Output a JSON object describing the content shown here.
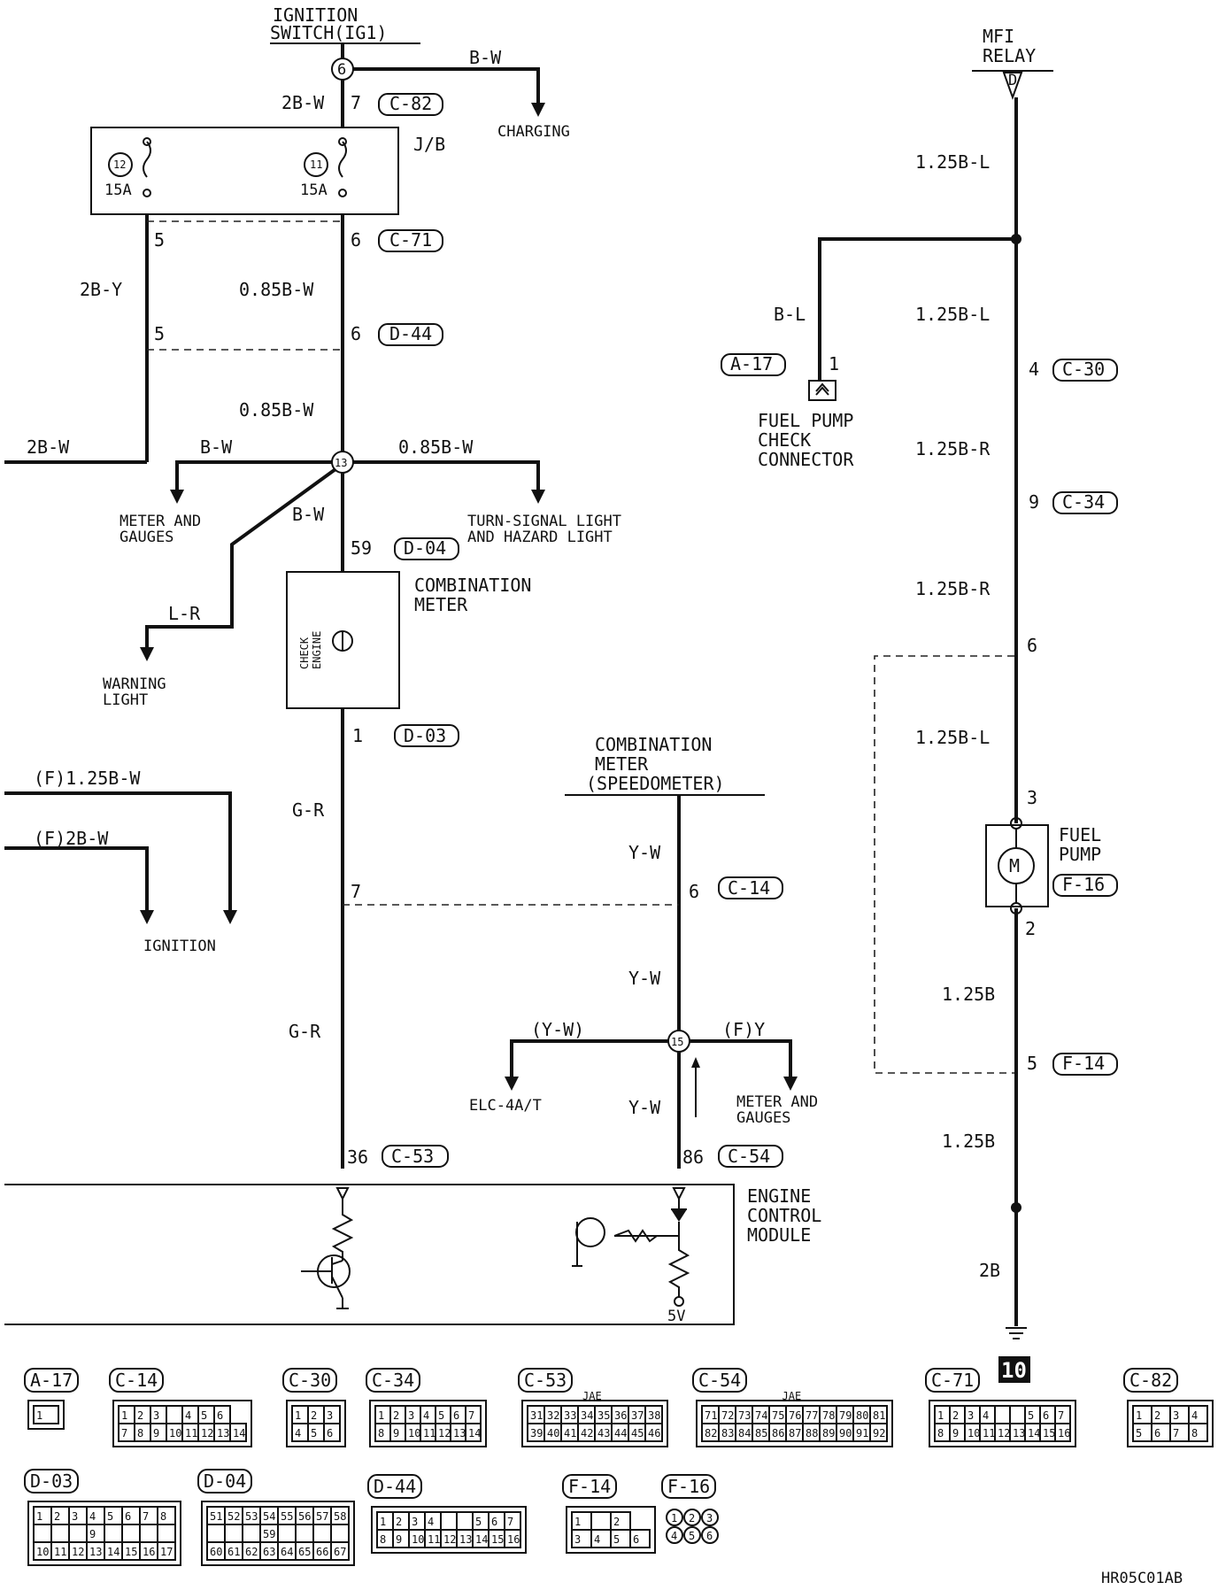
{
  "wire_labels": {
    "w1": "B-W",
    "w2": "2B-W",
    "w3": "2B-Y",
    "w4": "0.85B-W",
    "w5": "0.85B-W",
    "w6": "2B-W",
    "w7": "B-W",
    "w8": "0.85B-W",
    "w9": "B-W",
    "w10": "L-R",
    "w11": "G-R",
    "w12": "G-R",
    "w13": "Y-W",
    "w14": "Y-W",
    "w15": "(Y-W)",
    "w16": "(F)Y",
    "w17": "Y-W",
    "w18": "(F)1.25B-W",
    "w19": "(F)2B-W",
    "w20": "1.25B-L",
    "w21": "B-L",
    "w22": "1.25B-L",
    "w23": "1.25B-R",
    "w24": "1.25B-R",
    "w25": "1.25B-L",
    "w26": "1.25B",
    "w27": "1.25B",
    "w28": "2B"
  },
  "texts": {
    "ign1": "IGNITION",
    "ign2": "SWITCH(IG1)",
    "charging": "CHARGING",
    "jb": "J/B",
    "fuse15a": "15A",
    "fuse_num_a": "12",
    "fuse_num_b": "11",
    "meter_gauges1": "METER AND",
    "meter_gauges2": "GAUGES",
    "turn1": "TURN-SIGNAL LIGHT",
    "turn2": "AND HAZARD LIGHT",
    "warn1": "WARNING",
    "warn2": "LIGHT",
    "comb1": "COMBINATION",
    "comb2": "METER",
    "check1": "CHECK",
    "check2": "ENGINE",
    "spd1": "COMBINATION",
    "spd2": "METER",
    "spd3": "(SPEEDOMETER)",
    "ignition": "IGNITION",
    "elc": "ELC-4A/T",
    "mg2a": "METER AND",
    "mg2b": "GAUGES",
    "ecm1": "ENGINE",
    "ecm2": "CONTROL",
    "ecm3": "MODULE",
    "five_v": "5V",
    "mfi1": "MFI",
    "mfi2": "RELAY",
    "mfi_pin": "D",
    "fpc1": "FUEL PUMP",
    "fpc2": "CHECK",
    "fpc3": "CONNECTOR",
    "fp1": "FUEL",
    "fp2": "PUMP",
    "motor": "M",
    "ground_num": "10",
    "code": "HR05C01AB",
    "jae": "JAE",
    "splice6": "6",
    "splice13": "13",
    "splice15": "15"
  },
  "pins": {
    "p7": "7",
    "p5a": "5",
    "p6a": "6",
    "p5b": "5",
    "p6b": "6",
    "p59": "59",
    "p1": "1",
    "p7b": "7",
    "p6c": "6",
    "p36": "36",
    "p86": "86",
    "p1fpc": "1",
    "p4": "4",
    "p9": "9",
    "p6d": "6",
    "p3": "3",
    "p2": "2",
    "p5c": "5"
  },
  "connectors": {
    "c82": "C-82",
    "c71": "C-71",
    "d44": "D-44",
    "d04": "D-04",
    "d03": "D-03",
    "c14": "C-14",
    "c53": "C-53",
    "c54": "C-54",
    "a17": "A-17",
    "c30": "C-30",
    "c34": "C-34",
    "f16": "F-16",
    "f14": "F-14"
  },
  "legend": {
    "a17": {
      "tag": "A-17",
      "rows": [
        [
          "1"
        ]
      ]
    },
    "c14": {
      "tag": "C-14",
      "rows": [
        [
          "1",
          "2",
          "3",
          "",
          "4",
          "5",
          "6"
        ],
        [
          "7",
          "8",
          "9",
          "10",
          "11",
          "12",
          "13",
          "14"
        ]
      ]
    },
    "c30": {
      "tag": "C-30",
      "rows": [
        [
          "1",
          "2",
          "3"
        ],
        [
          "4",
          "5",
          "6"
        ]
      ]
    },
    "c34": {
      "tag": "C-34",
      "rows": [
        [
          "1",
          "2",
          "3",
          "4",
          "5",
          "6",
          "7"
        ],
        [
          "8",
          "9",
          "10",
          "11",
          "12",
          "13",
          "14"
        ]
      ]
    },
    "c53": {
      "tag": "C-53",
      "rows": [
        [
          "31",
          "32",
          "33",
          "34",
          "35",
          "36",
          "37",
          "38"
        ],
        [
          "39",
          "40",
          "41",
          "42",
          "43",
          "44",
          "45",
          "46"
        ]
      ]
    },
    "c54": {
      "tag": "C-54",
      "rows": [
        [
          "71",
          "72",
          "73",
          "74",
          "75",
          "76",
          "77",
          "78",
          "79",
          "80",
          "81"
        ],
        [
          "82",
          "83",
          "84",
          "85",
          "86",
          "87",
          "88",
          "89",
          "90",
          "91",
          "92"
        ]
      ]
    },
    "c71": {
      "tag": "C-71",
      "rows": [
        [
          "1",
          "2",
          "3",
          "4",
          "",
          "",
          "5",
          "6",
          "7"
        ],
        [
          "8",
          "9",
          "10",
          "11",
          "12",
          "13",
          "14",
          "15",
          "16"
        ]
      ]
    },
    "c82": {
      "tag": "C-82",
      "rows": [
        [
          "1",
          "2",
          "3",
          "4"
        ],
        [
          "5",
          "6",
          "7",
          "8"
        ]
      ]
    },
    "d03": {
      "tag": "D-03",
      "rows": [
        [
          "1",
          "2",
          "3",
          "4",
          "5",
          "6",
          "7",
          "8"
        ],
        [
          "",
          "",
          "",
          "9",
          "",
          "",
          "",
          ""
        ],
        [
          "10",
          "11",
          "12",
          "13",
          "14",
          "15",
          "16",
          "17"
        ]
      ]
    },
    "d04": {
      "tag": "D-04",
      "rows": [
        [
          "51",
          "52",
          "53",
          "54",
          "55",
          "56",
          "57",
          "58"
        ],
        [
          "",
          "",
          "",
          "59",
          "",
          "",
          "",
          ""
        ],
        [
          "60",
          "61",
          "62",
          "63",
          "64",
          "65",
          "66",
          "67"
        ]
      ]
    },
    "d44": {
      "tag": "D-44",
      "rows": [
        [
          "1",
          "2",
          "3",
          "4",
          "",
          "",
          "5",
          "6",
          "7"
        ],
        [
          "8",
          "9",
          "10",
          "11",
          "12",
          "13",
          "14",
          "15",
          "16"
        ]
      ]
    },
    "f14": {
      "tag": "F-14",
      "rows": [
        [
          "1",
          "",
          "2"
        ],
        [
          "3",
          "4",
          "5",
          "6"
        ]
      ]
    },
    "f16": {
      "tag": "F-16",
      "rows": [
        [
          "1",
          "2",
          "3"
        ],
        [
          "4",
          "5",
          "6"
        ]
      ]
    }
  }
}
